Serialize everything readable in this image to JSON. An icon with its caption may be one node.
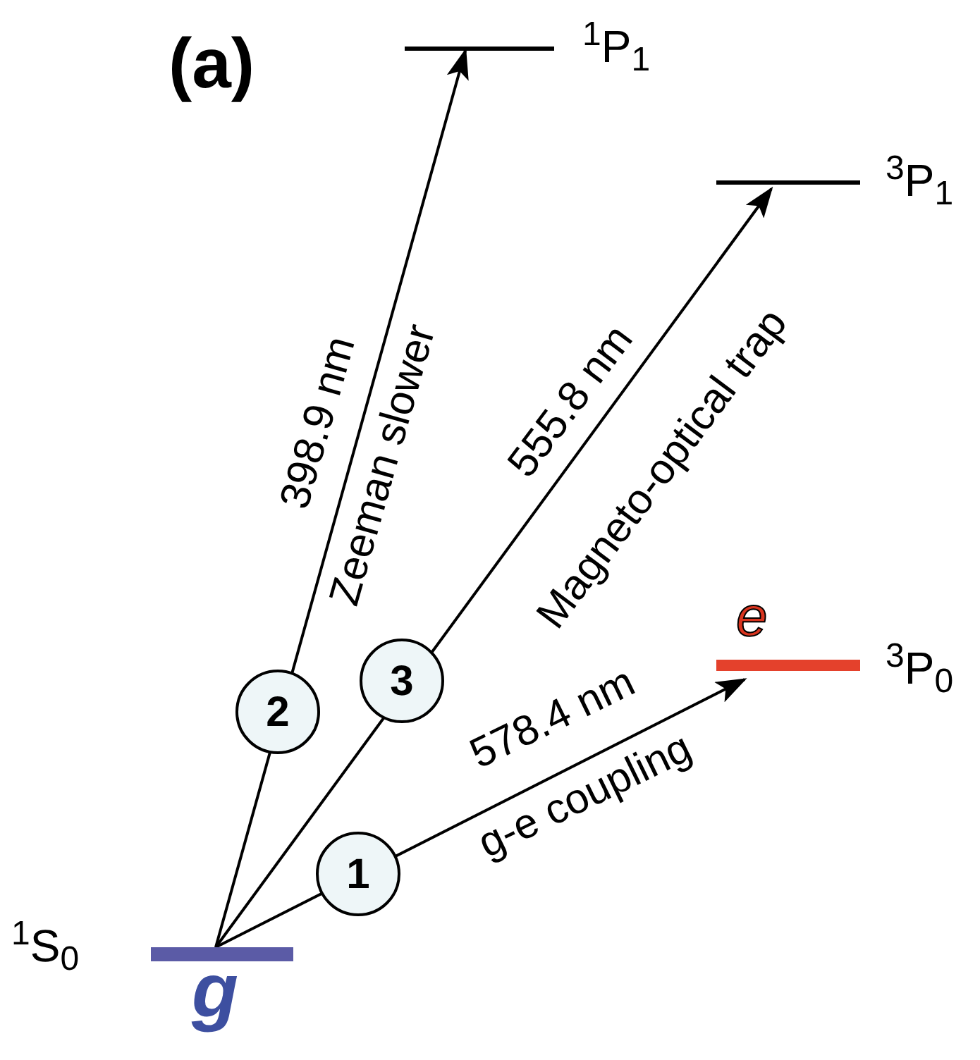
{
  "diagram": {
    "nodes": [
      {
        "text": [],
        "shape": "bar",
        "beside": [
          "$^{1}$S$_{0}$",
          "g"
        ]
      },
      {
        "text": [],
        "shape": "bar",
        "beside": [
          "$^{1}$P$_{1}$"
        ]
      },
      {
        "text": [],
        "shape": "bar",
        "beside": [
          "$^{3}$P$_{1}$"
        ]
      },
      {
        "text": [],
        "shape": "bar",
        "beside": [
          "e",
          "$^{3}$P$_{0}$"
        ]
      }
    ],
    "edges": [
      {
        "from": 0,
        "to": 1,
        "arrow": "to",
        "label": "398.9 nm"
      },
      {
        "from": 0,
        "to": 2,
        "arrow": "to",
        "label": "555.8 nm"
      },
      {
        "from": 0,
        "to": 3,
        "arrow": "to",
        "label": "578.4 nm"
      }
    ],
    "labels": [
      "(a)",
      "Zeeman slower",
      "Magneto-optical trap",
      "g-e coupling",
      "2",
      "3",
      "1"
    ]
  }
}
